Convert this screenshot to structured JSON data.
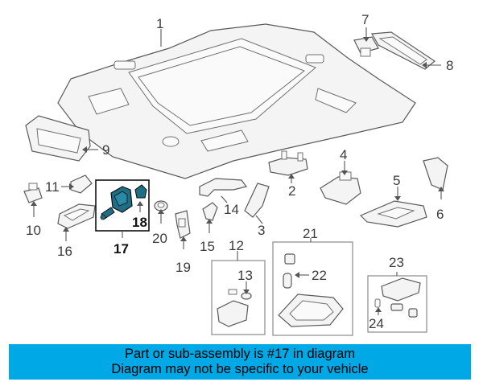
{
  "callouts": {
    "c1": "1",
    "c2": "2",
    "c3": "3",
    "c4": "4",
    "c5": "5",
    "c6": "6",
    "c7": "7",
    "c8": "8",
    "c9": "9",
    "c10": "10",
    "c11": "11",
    "c12": "12",
    "c13": "13",
    "c14": "14",
    "c15": "15",
    "c16": "16",
    "c17": "17",
    "c18": "18",
    "c19": "19",
    "c20": "20",
    "c21": "21",
    "c22": "22",
    "c23": "23",
    "c24": "24"
  },
  "highlight": {
    "part_number": "17",
    "color": "#1e6f86"
  },
  "banner": {
    "line1": "Part or sub-assembly is #17 in diagram",
    "line2": "Diagram may not be specific to your vehicle",
    "background": "#00a9e6"
  }
}
